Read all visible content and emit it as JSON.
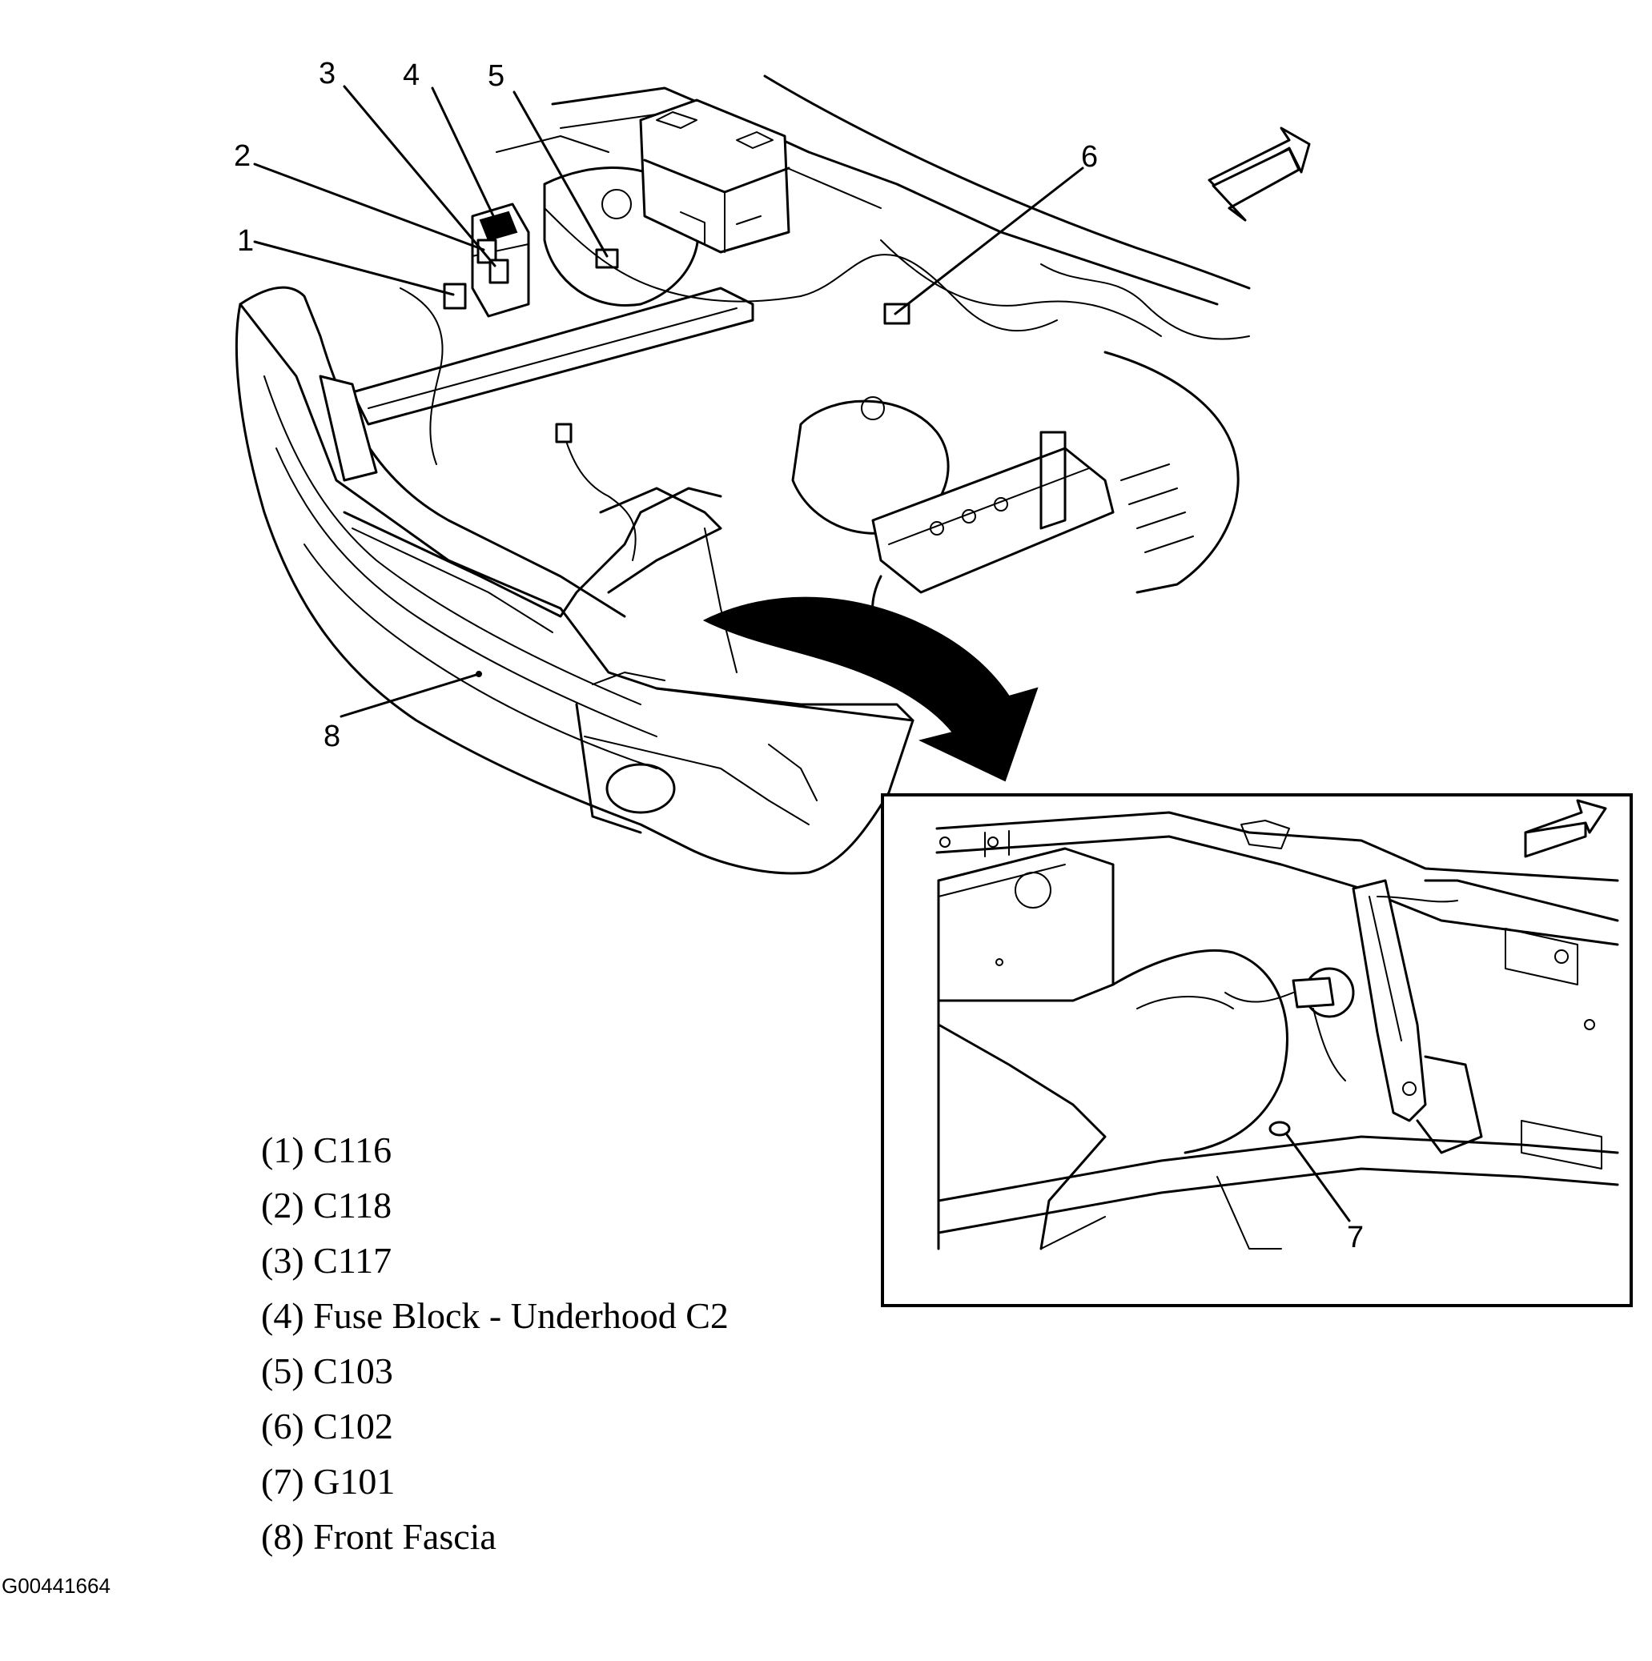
{
  "callouts": [
    "1",
    "2",
    "3",
    "4",
    "5",
    "6",
    "7",
    "8"
  ],
  "legend": [
    "(1) C116",
    "(2) C118",
    "(3) C117",
    "(4) Fuse Block - Underhood C2",
    "(5) C103",
    "(6) C102",
    "(7) G101",
    "(8) Front Fascia"
  ],
  "figure_id": "G00441664"
}
